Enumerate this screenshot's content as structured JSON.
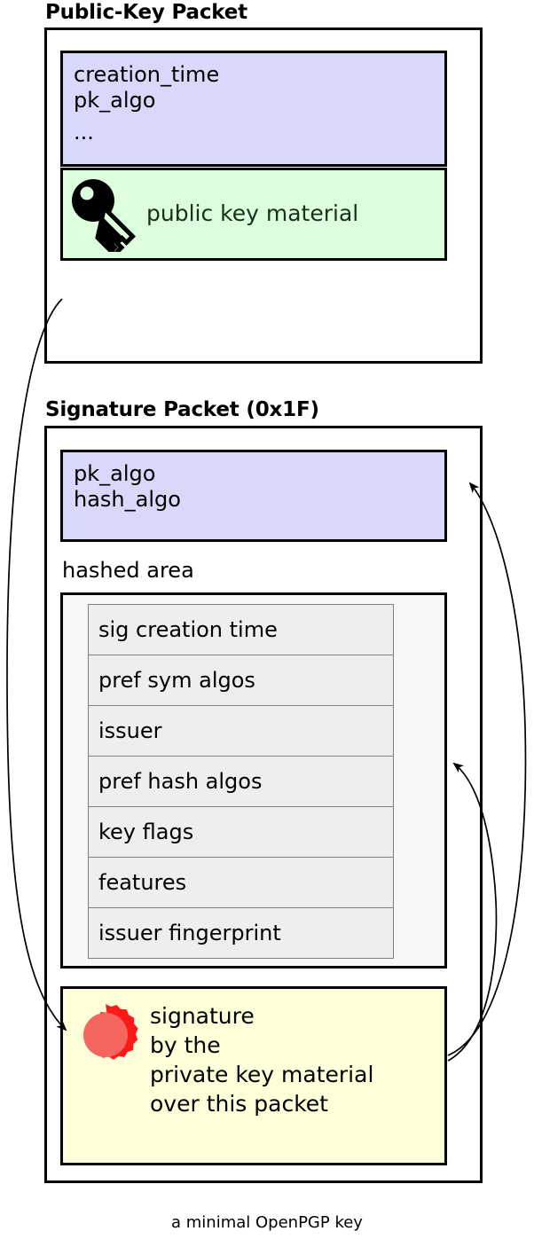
{
  "diagram": {
    "caption": "a minimal OpenPGP key",
    "colors": {
      "meta_fill": "#d8d8fa",
      "public_key_fill": "#ddffdd",
      "signature_fill": "#ffffd9",
      "hashed_area_fill": "#f7f7f7",
      "subpacket_fill": "#eeeeee",
      "seal_outer": "#ff1a1a",
      "seal_inner": "#f4665f",
      "stroke": "#000000"
    }
  },
  "public_key_packet": {
    "title": "Public-Key Packet",
    "meta_fields": [
      "creation_time",
      "pk_algo",
      "..."
    ],
    "material": {
      "icon": "key-icon",
      "label": "public key material"
    }
  },
  "signature_packet": {
    "title": "Signature Packet (0x1F)",
    "algo_fields": [
      "pk_algo",
      "hash_algo"
    ],
    "hashed_area": {
      "label": "hashed area",
      "subpackets": [
        "sig creation time",
        "pref sym algos",
        "issuer",
        "pref hash algos",
        "key flags",
        "features",
        "issuer fingerprint"
      ]
    },
    "signature": {
      "icon": "wax-seal-icon",
      "lines": [
        "signature",
        "by the",
        "private key material",
        "over this packet"
      ]
    }
  },
  "arrows": [
    {
      "name": "arrow-public-key-to-signature",
      "from": "public-key-packet",
      "to": "signature-value"
    },
    {
      "name": "arrow-signature-to-algos",
      "from": "signature-value",
      "to": "signature-algos"
    },
    {
      "name": "arrow-signature-to-hashed-area",
      "from": "signature-value",
      "to": "hashed-area"
    }
  ]
}
